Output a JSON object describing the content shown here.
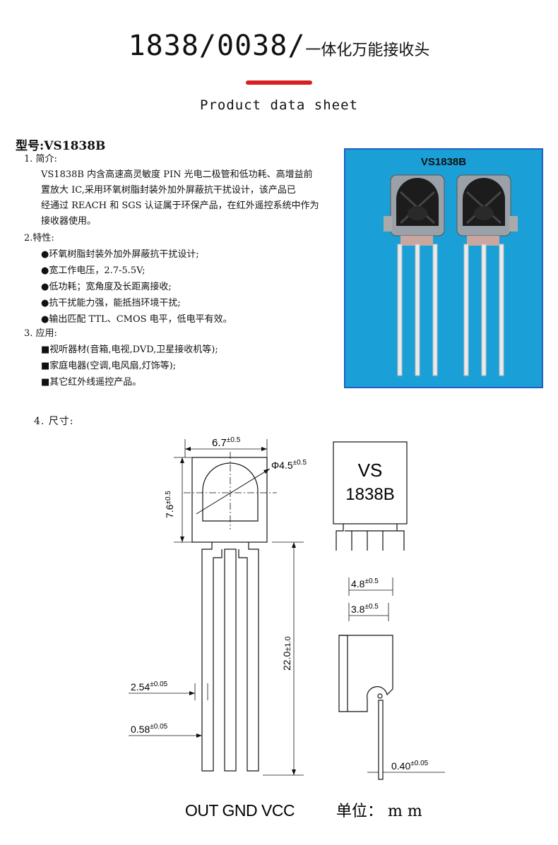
{
  "header": {
    "title_main": "1838/0038/",
    "title_cn": "一体化万能接收头",
    "subtitle": "Product data sheet"
  },
  "model": "型号:VS1838B",
  "sections": {
    "intro_heading": "1. 简介:",
    "intro_lines": [
      "VS1838B 内含高速高灵敏度 PIN 光电二极管和低功耗、高增益前",
      "置放大 IC,采用环氧树脂封装外加外屏蔽抗干扰设计，该产品已",
      "经通过 REACH 和 SGS 认证属于环保产品，在红外遥控系统中作为",
      "接收器使用。"
    ],
    "features_heading": "2.特性:",
    "features": [
      "●环氧树脂封装外加外屏蔽抗干扰设计;",
      "●宽工作电压，2.7-5.5V;",
      "●低功耗；宽角度及长距离接收;",
      "●抗干扰能力强，能抵挡环境干扰;",
      "●输出匹配 TTL、CMOS 电平，低电平有效。"
    ],
    "apps_heading": "3. 应用:",
    "apps": [
      "■视听器材(音箱,电视,DVD,卫星接收机等);",
      "■家庭电器(空调,电风扇,灯饰等);",
      "■其它红外线遥控产品。"
    ],
    "dims_heading": "4. 尺寸:"
  },
  "photo": {
    "label": "VS1838B",
    "bg_color": "#1aa0d6"
  },
  "drawing": {
    "width": "6.7",
    "width_tol": "±0.5",
    "height": "7.6",
    "height_tol": "±0.5",
    "lens_dia": "Φ4.5",
    "lens_tol": "±0.5",
    "lead_len": "22.0",
    "lead_tol": "±1.0",
    "pitch": "2.54",
    "pitch_tol": "±0.05",
    "lead_w": "0.58",
    "lead_w_tol": "±0.05",
    "front_label_1": "VS",
    "front_label_2": "1838B",
    "side_w1": "4.8",
    "side_w1_tol": "±0.5",
    "side_w2": "3.8",
    "side_w2_tol": "±0.5",
    "lead_thk": "0.40",
    "lead_thk_tol": "±0.05",
    "pins": "OUT GND VCC",
    "unit": "单位： m m"
  }
}
